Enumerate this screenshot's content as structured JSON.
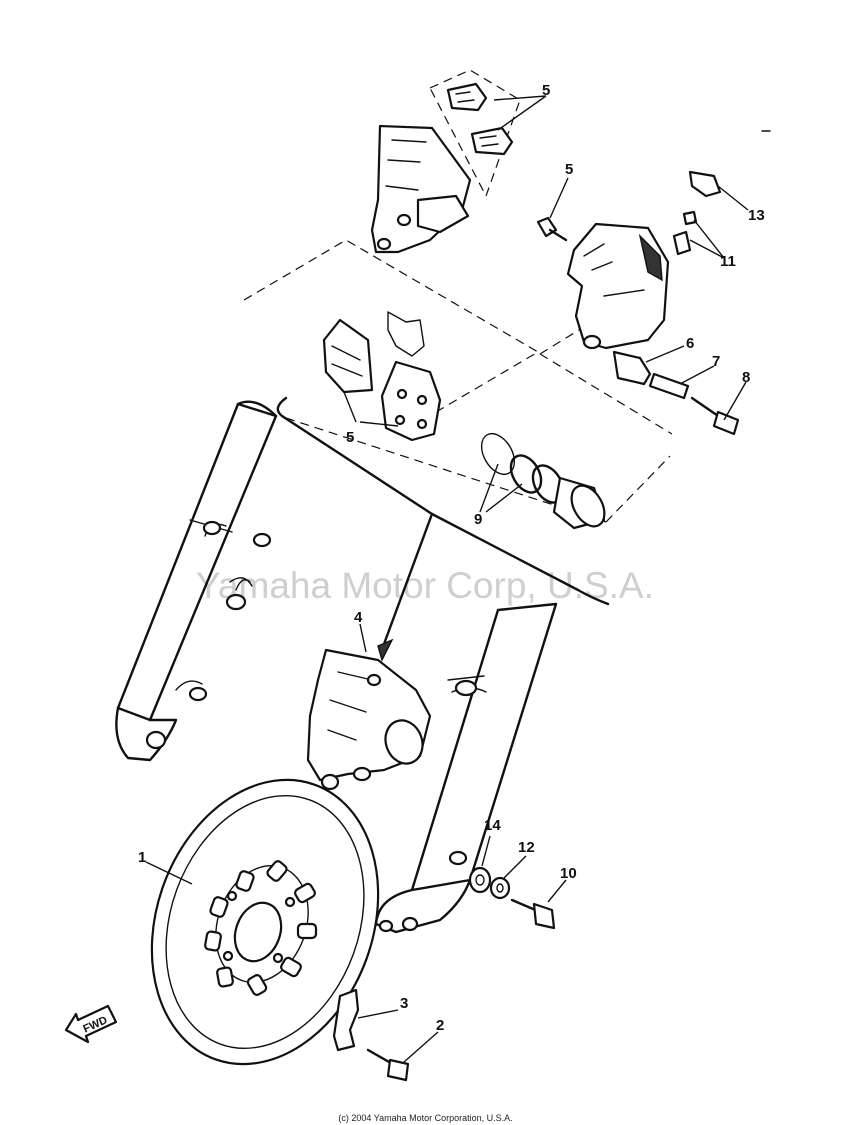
{
  "watermark": "Yamaha Motor Corp, U.S.A.",
  "copyright": "(c) 2004 Yamaha Motor Corporation, U.S.A.",
  "direction_arrow": "FWD",
  "callouts": [
    {
      "id": "1",
      "label": "1"
    },
    {
      "id": "2",
      "label": "2"
    },
    {
      "id": "3",
      "label": "3"
    },
    {
      "id": "4",
      "label": "4"
    },
    {
      "id": "5a",
      "label": "5"
    },
    {
      "id": "5b",
      "label": "5"
    },
    {
      "id": "5c",
      "label": "5"
    },
    {
      "id": "6",
      "label": "6"
    },
    {
      "id": "7",
      "label": "7"
    },
    {
      "id": "8",
      "label": "8"
    },
    {
      "id": "9",
      "label": "9"
    },
    {
      "id": "10",
      "label": "10"
    },
    {
      "id": "11",
      "label": "11"
    },
    {
      "id": "12",
      "label": "12"
    },
    {
      "id": "13",
      "label": "13"
    },
    {
      "id": "14",
      "label": "14"
    }
  ]
}
